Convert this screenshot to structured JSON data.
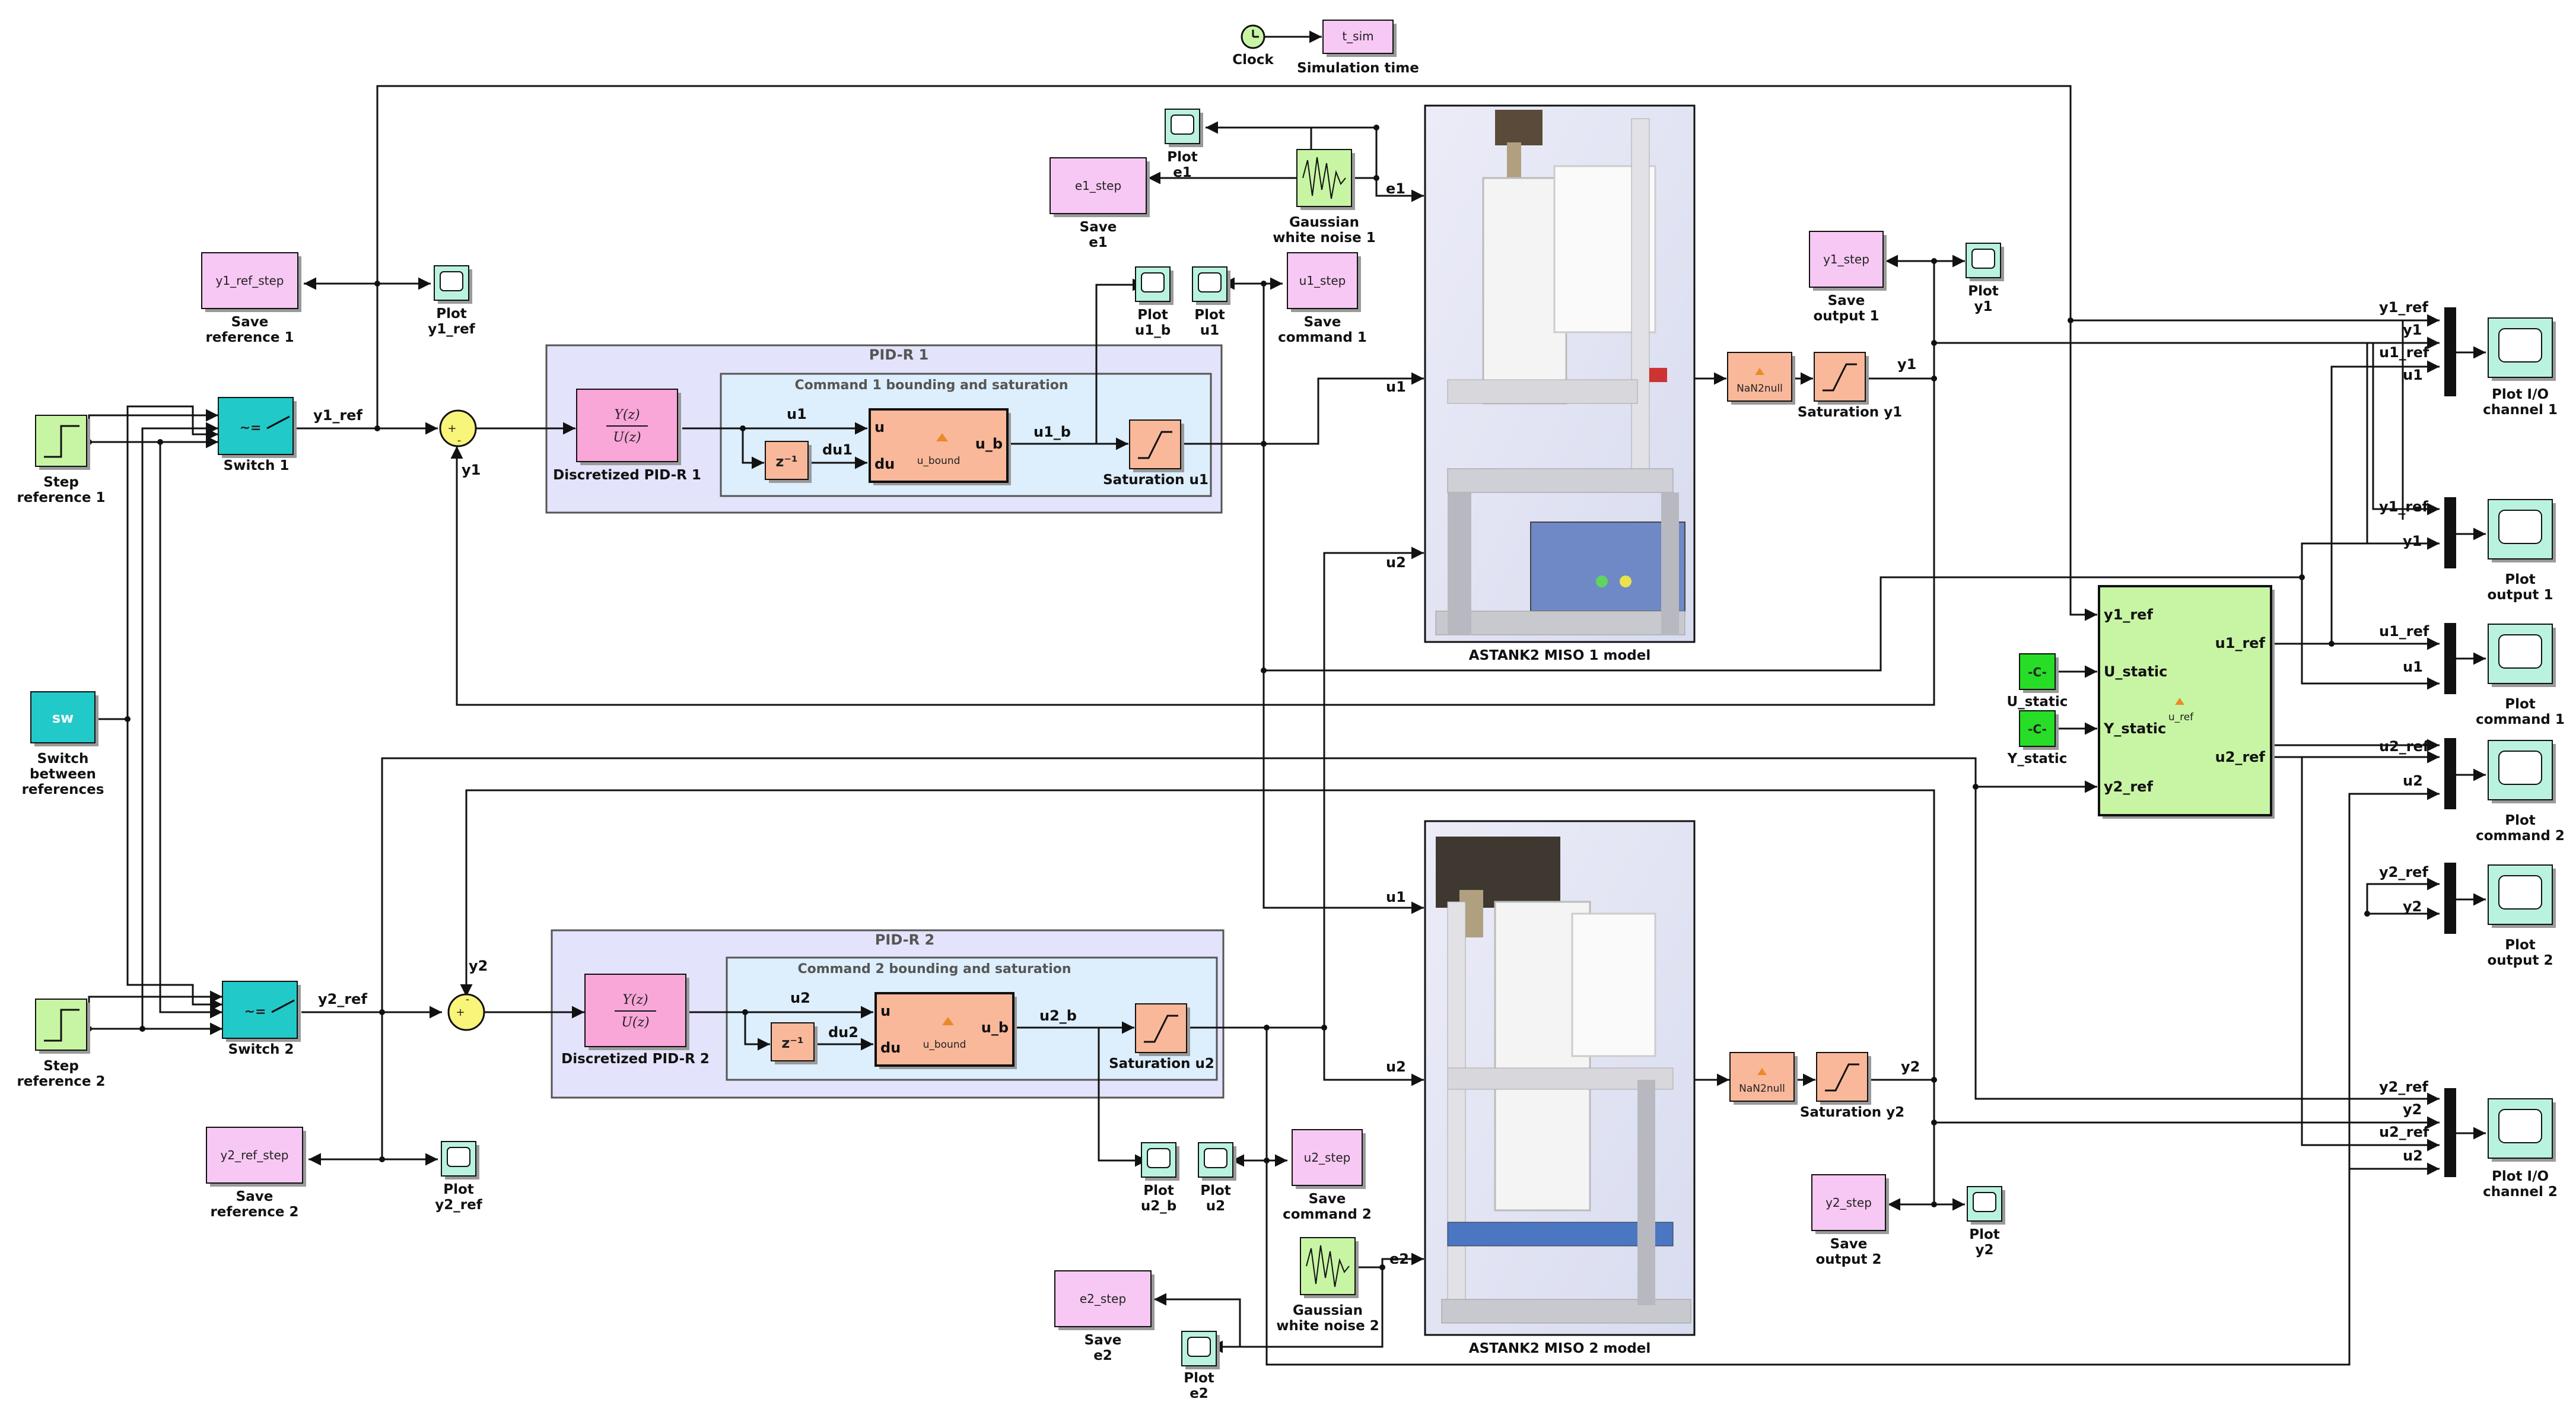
{
  "diagram": {
    "clock": {
      "label": "Clock"
    },
    "t_sim": {
      "text": "t_sim",
      "label": "Simulation time"
    },
    "step1": {
      "label1": "Step",
      "label2": "reference 1"
    },
    "step2": {
      "label1": "Step",
      "label2": "reference 2"
    },
    "sw": {
      "text": "sw",
      "label1": "Switch",
      "label2": "between",
      "label3": "references"
    },
    "switch1": {
      "label": "Switch 1",
      "symbol": "~="
    },
    "switch2": {
      "label": "Switch 2",
      "symbol": "~="
    },
    "save_ref1": {
      "text": "y1_ref_step",
      "label1": "Save",
      "label2": "reference 1"
    },
    "save_ref2": {
      "text": "y2_ref_step",
      "label1": "Save",
      "label2": "reference 2"
    },
    "plot_yref1": {
      "label1": "Plot",
      "label2": "y1_ref"
    },
    "plot_yref2": {
      "label1": "Plot",
      "label2": "y2_ref"
    },
    "pid1": {
      "title": "PID-R 1",
      "label": "Discretized PID-R 1",
      "tf_num": "Y(z)",
      "tf_den": "U(z)",
      "sub_title": "Command 1 bounding  and saturation",
      "delay": "z⁻¹",
      "bound_text": "u_bound",
      "sat_label": "Saturation u1"
    },
    "pid2": {
      "title": "PID-R 2",
      "label": "Discretized PID-R 2",
      "tf_num": "Y(z)",
      "tf_den": "U(z)",
      "sub_title": "Command 2 bounding and saturation",
      "delay": "z⁻¹",
      "bound_text": "u_bound",
      "sat_label": "Saturation u2"
    },
    "ports": {
      "u": "u",
      "du": "du",
      "u_b": "u_b"
    },
    "signals": {
      "y1_ref": "y1_ref",
      "y2_ref": "y2_ref",
      "y1": "y1",
      "y2": "y2",
      "u1": "u1",
      "u2": "u2",
      "du1": "du1",
      "du2": "du2",
      "u1_b": "u1_b",
      "u2_b": "u2_b",
      "e1": "e1",
      "e2": "e2",
      "u1_ref": "u1_ref",
      "u2_ref": "u2_ref"
    },
    "e1_save": {
      "text": "e1_step",
      "label1": "Save",
      "label2": "e1"
    },
    "e2_save": {
      "text": "e2_step",
      "label1": "Save",
      "label2": "e2"
    },
    "plot_e1": {
      "label1": "Plot",
      "label2": "e1"
    },
    "plot_e2": {
      "label1": "Plot",
      "label2": "e2"
    },
    "noise1": {
      "label1": "Gaussian",
      "label2": "white noise 1"
    },
    "noise2": {
      "label1": "Gaussian",
      "label2": "white noise 2"
    },
    "plot_u1b": {
      "label1": "Plot",
      "label2": "u1_b"
    },
    "plot_u1": {
      "label1": "Plot",
      "label2": "u1"
    },
    "save_u1": {
      "text": "u1_step",
      "label1": "Save",
      "label2": "command 1"
    },
    "plot_u2b": {
      "label1": "Plot",
      "label2": "u2_b"
    },
    "plot_u2": {
      "label1": "Plot",
      "label2": "u2"
    },
    "save_u2": {
      "text": "u2_step",
      "label1": "Save",
      "label2": "command 2"
    },
    "miso1": {
      "label": "ASTANK2 MISO 1 model"
    },
    "miso2": {
      "label": "ASTANK2 MISO 2 model"
    },
    "nan1": {
      "text": "NaN2null"
    },
    "nan2": {
      "text": "NaN2null"
    },
    "sat_y1": {
      "label": "Saturation y1"
    },
    "sat_y2": {
      "label": "Saturation y2"
    },
    "save_y1": {
      "text": "y1_step",
      "label1": "Save",
      "label2": "output 1"
    },
    "save_y2": {
      "text": "y2_step",
      "label1": "Save",
      "label2": "output 2"
    },
    "plot_y1": {
      "label1": "Plot",
      "label2": "y1"
    },
    "plot_y2": {
      "label1": "Plot",
      "label2": "y2"
    },
    "const_u": {
      "text": "-C-",
      "label": "U_static"
    },
    "const_y": {
      "text": "-C-",
      "label": "Y_static"
    },
    "uref": {
      "in1": "y1_ref",
      "in2": "U_static",
      "in3": "Y_static",
      "in4": "y2_ref",
      "out1": "u1_ref",
      "out2": "u2_ref",
      "text": "u_ref"
    },
    "scopes": {
      "io1": {
        "label1": "Plot I/O",
        "label2": "channel 1"
      },
      "out1": {
        "label1": "Plot",
        "label2": "output 1"
      },
      "cmd1": {
        "label1": "Plot",
        "label2": "command 1"
      },
      "cmd2": {
        "label1": "Plot",
        "label2": "command 2"
      },
      "out2": {
        "label1": "Plot",
        "label2": "output 2"
      },
      "io2": {
        "label1": "Plot I/O",
        "label2": "channel 2"
      }
    },
    "colors": {
      "pink": "#f7c8f3",
      "green": "#c8f5a4",
      "cyan": "#22c9c9",
      "salmon": "#f9b89a",
      "scope": "#b9f3e0",
      "const": "#27dd27",
      "pid_bg": "#e3e3fb",
      "sub_bg": "#ddeefc",
      "sum": "#f9f47a",
      "tf": "#f9a6d9"
    }
  }
}
